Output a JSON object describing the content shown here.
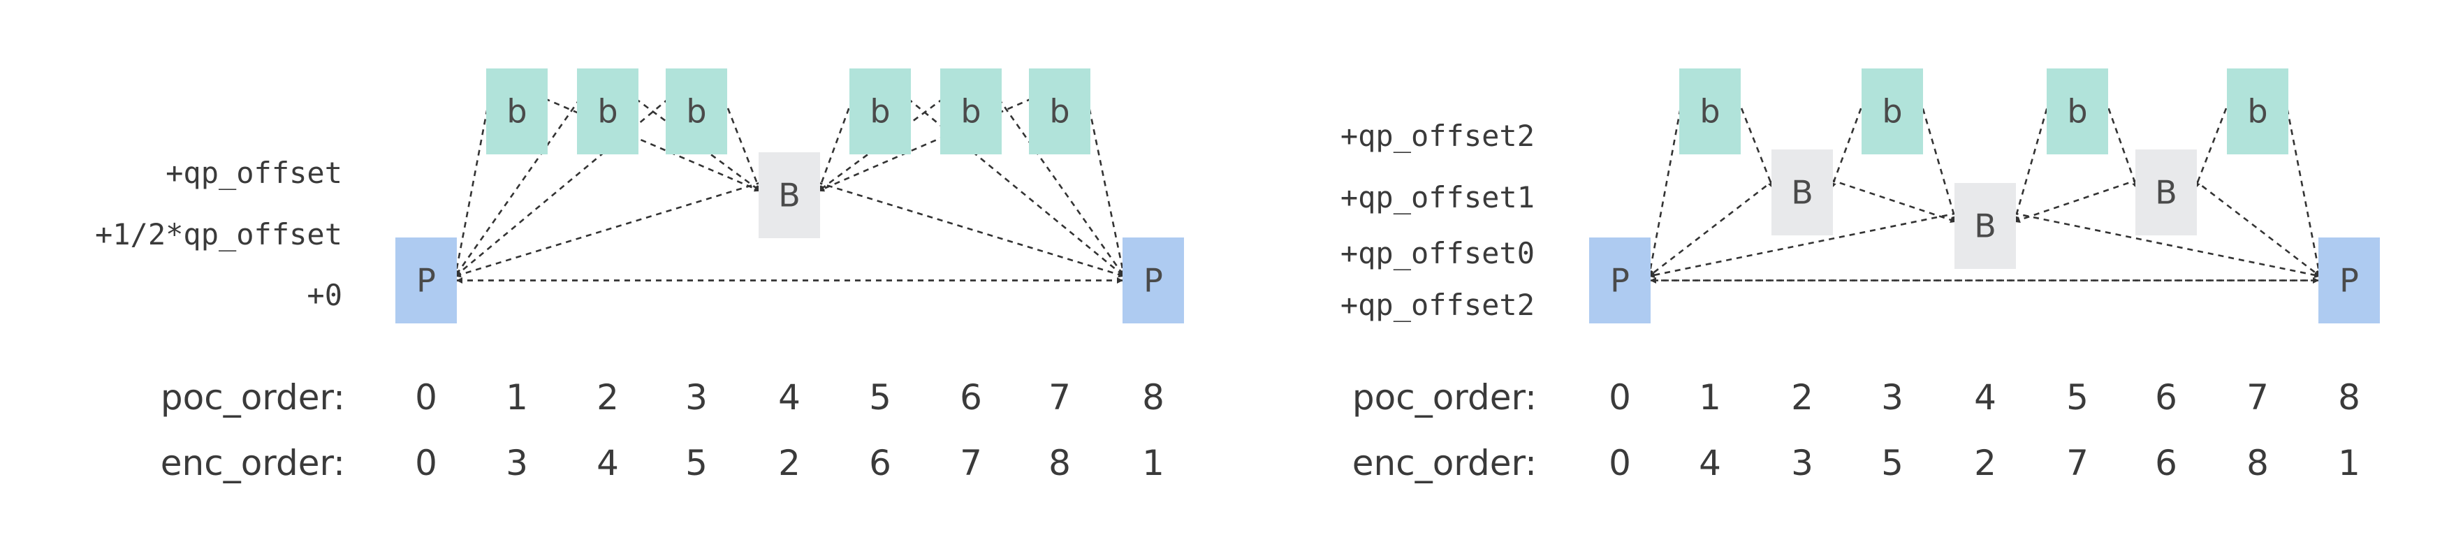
{
  "colors": {
    "P": "#aecbf1",
    "B": "#e8e9eb",
    "b": "#b1e3da",
    "arrow": "#333333",
    "text": "#3a3a3a"
  },
  "left": {
    "levels": [
      "+qp_offset",
      "+1/2*qp_offset",
      "+0"
    ],
    "row_labels": {
      "poc": "poc_order:",
      "enc": "enc_order:"
    },
    "poc_order": [
      "0",
      "1",
      "2",
      "3",
      "4",
      "5",
      "6",
      "7",
      "8"
    ],
    "enc_order": [
      "0",
      "3",
      "4",
      "5",
      "2",
      "6",
      "7",
      "8",
      "1"
    ],
    "frames": [
      {
        "poc": 0,
        "type": "P",
        "label": "P"
      },
      {
        "poc": 1,
        "type": "b",
        "label": "b"
      },
      {
        "poc": 2,
        "type": "b",
        "label": "b"
      },
      {
        "poc": 3,
        "type": "b",
        "label": "b"
      },
      {
        "poc": 4,
        "type": "B",
        "label": "B"
      },
      {
        "poc": 5,
        "type": "b",
        "label": "b"
      },
      {
        "poc": 6,
        "type": "b",
        "label": "b"
      },
      {
        "poc": 7,
        "type": "b",
        "label": "b"
      },
      {
        "poc": 8,
        "type": "P",
        "label": "P"
      }
    ],
    "references": [
      {
        "from": 1,
        "to": 0
      },
      {
        "from": 1,
        "to": 4
      },
      {
        "from": 2,
        "to": 0
      },
      {
        "from": 2,
        "to": 4
      },
      {
        "from": 3,
        "to": 0
      },
      {
        "from": 3,
        "to": 4
      },
      {
        "from": 5,
        "to": 4
      },
      {
        "from": 5,
        "to": 8
      },
      {
        "from": 6,
        "to": 4
      },
      {
        "from": 6,
        "to": 8
      },
      {
        "from": 7,
        "to": 4
      },
      {
        "from": 7,
        "to": 8
      },
      {
        "from": 4,
        "to": 0
      },
      {
        "from": 4,
        "to": 8
      },
      {
        "from": 8,
        "to": 0
      },
      {
        "from": 0,
        "to": 8
      }
    ]
  },
  "right": {
    "levels": [
      "+qp_offset2",
      "+qp_offset1",
      "+qp_offset0",
      "+qp_offset2"
    ],
    "row_labels": {
      "poc": "poc_order:",
      "enc": "enc_order:"
    },
    "poc_order": [
      "0",
      "1",
      "2",
      "3",
      "4",
      "5",
      "6",
      "7",
      "8"
    ],
    "enc_order": [
      "0",
      "4",
      "3",
      "5",
      "2",
      "7",
      "6",
      "8",
      "1"
    ],
    "frames": [
      {
        "poc": 0,
        "type": "P",
        "label": "P"
      },
      {
        "poc": 1,
        "type": "b",
        "label": "b"
      },
      {
        "poc": 2,
        "type": "B",
        "label": "B"
      },
      {
        "poc": 3,
        "type": "b",
        "label": "b"
      },
      {
        "poc": 4,
        "type": "B",
        "label": "B"
      },
      {
        "poc": 5,
        "type": "b",
        "label": "b"
      },
      {
        "poc": 6,
        "type": "B",
        "label": "B"
      },
      {
        "poc": 7,
        "type": "b",
        "label": "b"
      },
      {
        "poc": 8,
        "type": "P",
        "label": "P"
      }
    ],
    "references": [
      {
        "from": 1,
        "to": 0
      },
      {
        "from": 1,
        "to": 2
      },
      {
        "from": 3,
        "to": 2
      },
      {
        "from": 3,
        "to": 4
      },
      {
        "from": 5,
        "to": 4
      },
      {
        "from": 5,
        "to": 6
      },
      {
        "from": 7,
        "to": 6
      },
      {
        "from": 7,
        "to": 8
      },
      {
        "from": 2,
        "to": 0
      },
      {
        "from": 2,
        "to": 4
      },
      {
        "from": 6,
        "to": 4
      },
      {
        "from": 6,
        "to": 8
      },
      {
        "from": 4,
        "to": 0
      },
      {
        "from": 4,
        "to": 8
      },
      {
        "from": 8,
        "to": 0
      },
      {
        "from": 0,
        "to": 8
      }
    ]
  }
}
